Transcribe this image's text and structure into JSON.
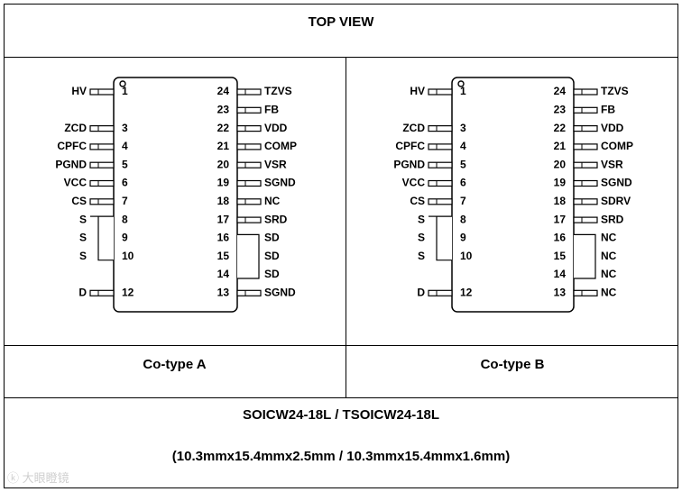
{
  "title": "TOP VIEW",
  "variants": [
    {
      "label": "Co-type A",
      "left_pins": [
        {
          "name": "HV",
          "num": "1"
        },
        {
          "name": "ZCD",
          "num": "3"
        },
        {
          "name": "CPFC",
          "num": "4"
        },
        {
          "name": "PGND",
          "num": "5"
        },
        {
          "name": "VCC",
          "num": "6"
        },
        {
          "name": "CS",
          "num": "7"
        },
        {
          "name": "S",
          "num": "8"
        },
        {
          "name": "S",
          "num": "9"
        },
        {
          "name": "S",
          "num": "10"
        },
        {
          "name": "D",
          "num": "12"
        }
      ],
      "right_pins": [
        {
          "name": "TZVS",
          "num": "24"
        },
        {
          "name": "FB",
          "num": "23"
        },
        {
          "name": "VDD",
          "num": "22"
        },
        {
          "name": "COMP",
          "num": "21"
        },
        {
          "name": "VSR",
          "num": "20"
        },
        {
          "name": "SGND",
          "num": "19"
        },
        {
          "name": "NC",
          "num": "18"
        },
        {
          "name": "SRD",
          "num": "17"
        },
        {
          "name": "SD",
          "num": "16"
        },
        {
          "name": "SD",
          "num": "15"
        },
        {
          "name": "SD",
          "num": "14"
        },
        {
          "name": "SGND",
          "num": "13"
        }
      ]
    },
    {
      "label": "Co-type B",
      "left_pins": [
        {
          "name": "HV",
          "num": "1"
        },
        {
          "name": "ZCD",
          "num": "3"
        },
        {
          "name": "CPFC",
          "num": "4"
        },
        {
          "name": "PGND",
          "num": "5"
        },
        {
          "name": "VCC",
          "num": "6"
        },
        {
          "name": "CS",
          "num": "7"
        },
        {
          "name": "S",
          "num": "8"
        },
        {
          "name": "S",
          "num": "9"
        },
        {
          "name": "S",
          "num": "10"
        },
        {
          "name": "D",
          "num": "12"
        }
      ],
      "right_pins": [
        {
          "name": "TZVS",
          "num": "24"
        },
        {
          "name": "FB",
          "num": "23"
        },
        {
          "name": "VDD",
          "num": "22"
        },
        {
          "name": "COMP",
          "num": "21"
        },
        {
          "name": "VSR",
          "num": "20"
        },
        {
          "name": "SGND",
          "num": "19"
        },
        {
          "name": "SDRV",
          "num": "18"
        },
        {
          "name": "SRD",
          "num": "17"
        },
        {
          "name": "NC",
          "num": "16"
        },
        {
          "name": "NC",
          "num": "15"
        },
        {
          "name": "NC",
          "num": "14"
        },
        {
          "name": "NC",
          "num": "13"
        }
      ]
    }
  ],
  "package": {
    "name": "SOICW24-18L / TSOICW24-18L",
    "dimensions": "(10.3mmx15.4mmx2.5mm / 10.3mmx15.4mmx1.6mm)"
  },
  "watermark": "大眼瞪镜"
}
